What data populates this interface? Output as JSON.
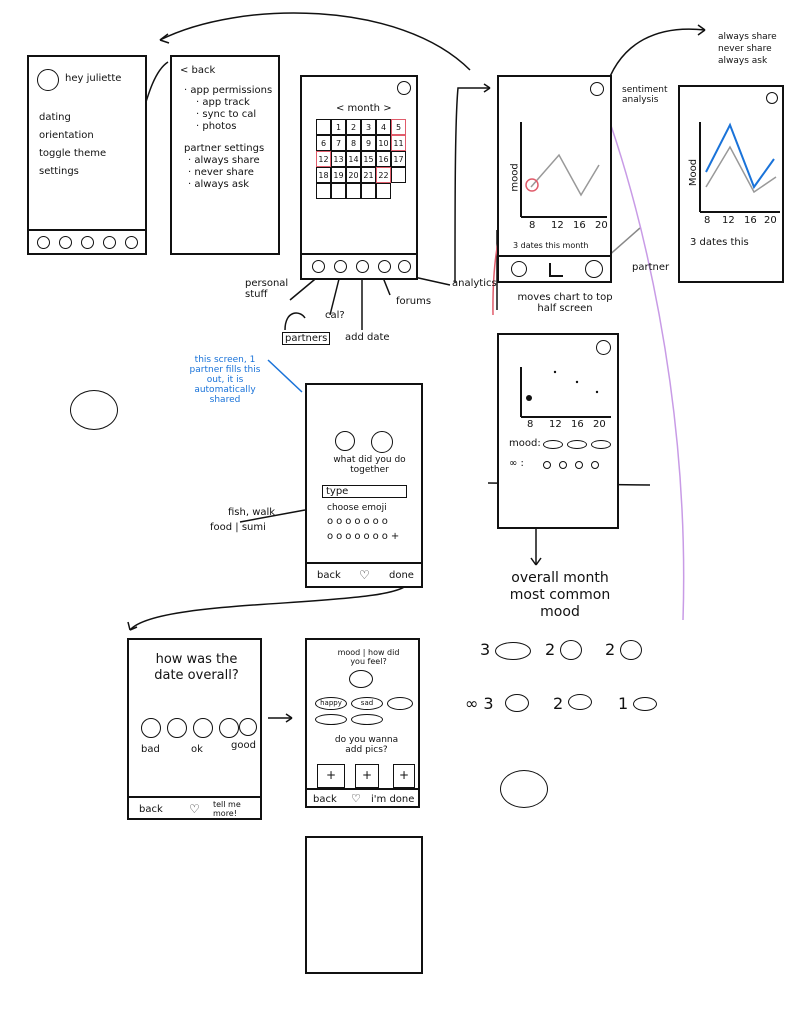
{
  "profile_screen": {
    "greeting": "hey juliette",
    "menu": [
      "dating",
      "orientation",
      "toggle theme",
      "settings"
    ]
  },
  "settings_screen": {
    "back": "< back",
    "lines": [
      "· app permissions",
      "· app track",
      "· sync to cal",
      "· photos",
      "partner settings",
      "· always share",
      "· never share",
      "· always ask"
    ]
  },
  "calendar_screen": {
    "month": "< month >",
    "days": [
      "1",
      "2",
      "3",
      "4",
      "5",
      "6",
      "7",
      "8",
      "9",
      "10",
      "11",
      "12",
      "13",
      "14",
      "15",
      "16",
      "17",
      "18",
      "19",
      "20",
      "21",
      "22"
    ]
  },
  "analytics_screen": {
    "y_label": "mood",
    "x_ticks": [
      "8",
      "12",
      "16",
      "20"
    ],
    "caption": "3 dates this month",
    "share_options": [
      "always share",
      "never share",
      "always ask"
    ],
    "sentiment": "sentiment analysis",
    "partner": "partner"
  },
  "sentiment_screen": {
    "y_label": "Mood",
    "x_ticks": [
      "8",
      "12",
      "16",
      "20"
    ],
    "caption": "3 dates this"
  },
  "half_screen": {
    "x_ticks": [
      "8",
      "12",
      "16",
      "20"
    ],
    "mood_label": "mood:",
    "partner_label": "∞ :"
  },
  "annotations": {
    "personal": "personal stuff",
    "cal": "cal?",
    "partners": "partners",
    "add_date": "add date",
    "forums": "forums",
    "analytics": "analytics",
    "moves_chart": "moves chart to top half screen",
    "one_partner": "this screen, 1 partner fills this out, it is automatically shared",
    "fish": "fish, walk",
    "food": "food | sumi",
    "overall": "overall month most common mood"
  },
  "add_date_screen": {
    "question": "what did you do together",
    "type_field": "type",
    "choose": "choose emoji",
    "back": "back",
    "done": "done"
  },
  "rating_screen": {
    "question": "how was the date overall?",
    "bad": "bad",
    "ok": "ok",
    "good": "good",
    "back": "back",
    "tell_me": "tell me more!"
  },
  "mood_screen": {
    "question": "mood | how did you feel?",
    "happy": "happy",
    "sad": "sad",
    "pics": "do you wanna add pics?",
    "back": "back",
    "done": "i'm done"
  },
  "mood_counts": {
    "row1": [
      "3",
      "2",
      "2"
    ],
    "row2": [
      "∞ 3",
      "2",
      "1"
    ]
  },
  "colors": {
    "ink": "#111111",
    "blue": "#1a73d9",
    "red": "#e05c6b",
    "purple": "#c89be6"
  }
}
